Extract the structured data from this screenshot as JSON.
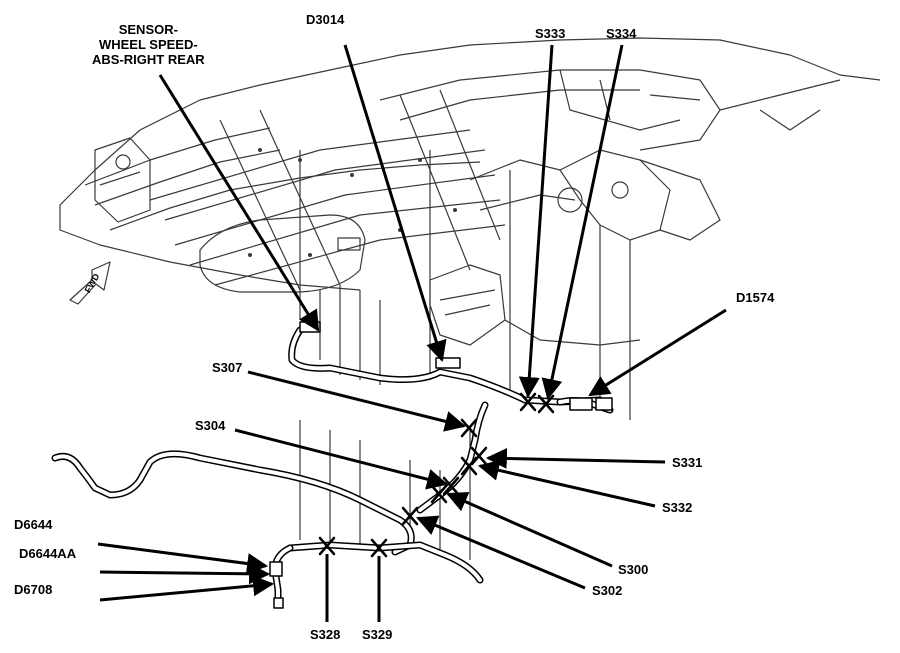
{
  "colors": {
    "ink": "#000000",
    "line_art": "#3a3a3a",
    "background": "#ffffff"
  },
  "fwd_symbol": "FWD",
  "callouts": {
    "sensor": [
      "SENSOR-",
      "WHEEL SPEED-",
      "ABS-RIGHT REAR"
    ],
    "d3014": "D3014",
    "s333": "S333",
    "s334": "S334",
    "d1574": "D1574",
    "s307": "S307",
    "s304": "S304",
    "s331": "S331",
    "s332": "S332",
    "s300": "S300",
    "s302": "S302",
    "d6644": "D6644",
    "d6644aa": "D6644AA",
    "d6708": "D6708",
    "s328": "S328",
    "s329": "S329"
  }
}
